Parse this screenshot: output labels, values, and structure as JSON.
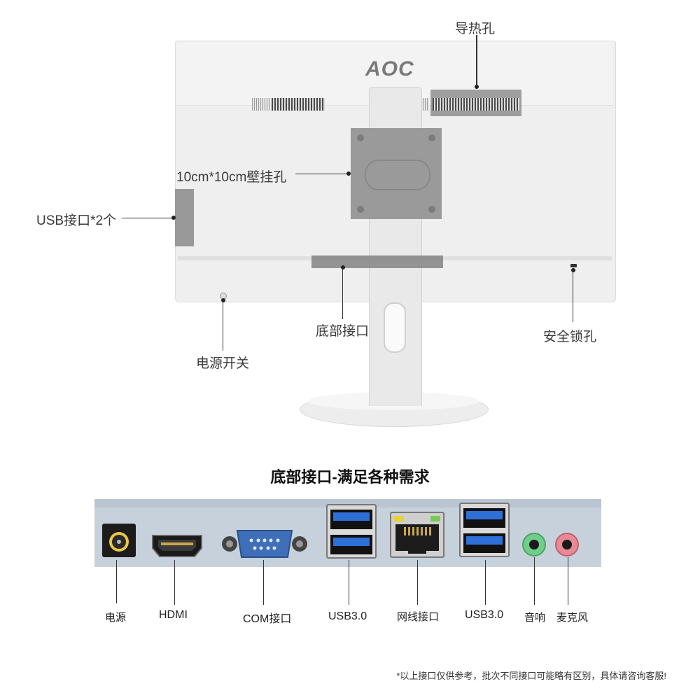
{
  "monitor": {
    "brand_logo": "AOC",
    "labels": {
      "vent": "导热孔",
      "vesa": "10cm*10cm壁挂孔",
      "usb_side": "USB接口*2个",
      "bottom_ports": "底部接口",
      "power_switch": "电源开关",
      "security_lock": "安全锁孔"
    }
  },
  "ports_panel": {
    "title": "底部接口-满足各种需求",
    "ports": [
      {
        "label": "电源",
        "icon": "dc-power-jack-icon"
      },
      {
        "label": "HDMI",
        "icon": "hdmi-port-icon"
      },
      {
        "label": "COM接口",
        "icon": "serial-port-icon"
      },
      {
        "label": "USB3.0",
        "icon": "usb3-port-icon"
      },
      {
        "label": "网线接口",
        "icon": "ethernet-port-icon"
      },
      {
        "label": "USB3.0",
        "icon": "usb3-port-icon"
      },
      {
        "label": "音响",
        "icon": "audio-out-jack-icon"
      },
      {
        "label": "麦克风",
        "icon": "mic-jack-icon"
      }
    ]
  },
  "footnote": "*以上接口仅供参考，批次不同接口可能略有区别，具体请咨询客服!",
  "colors": {
    "usb_blue": "#2e6fd8",
    "com_blue": "#3f6fb8",
    "audio_green": "#6fcf8a",
    "mic_pink": "#e88a96",
    "panel_bg": "#c6d1db"
  }
}
